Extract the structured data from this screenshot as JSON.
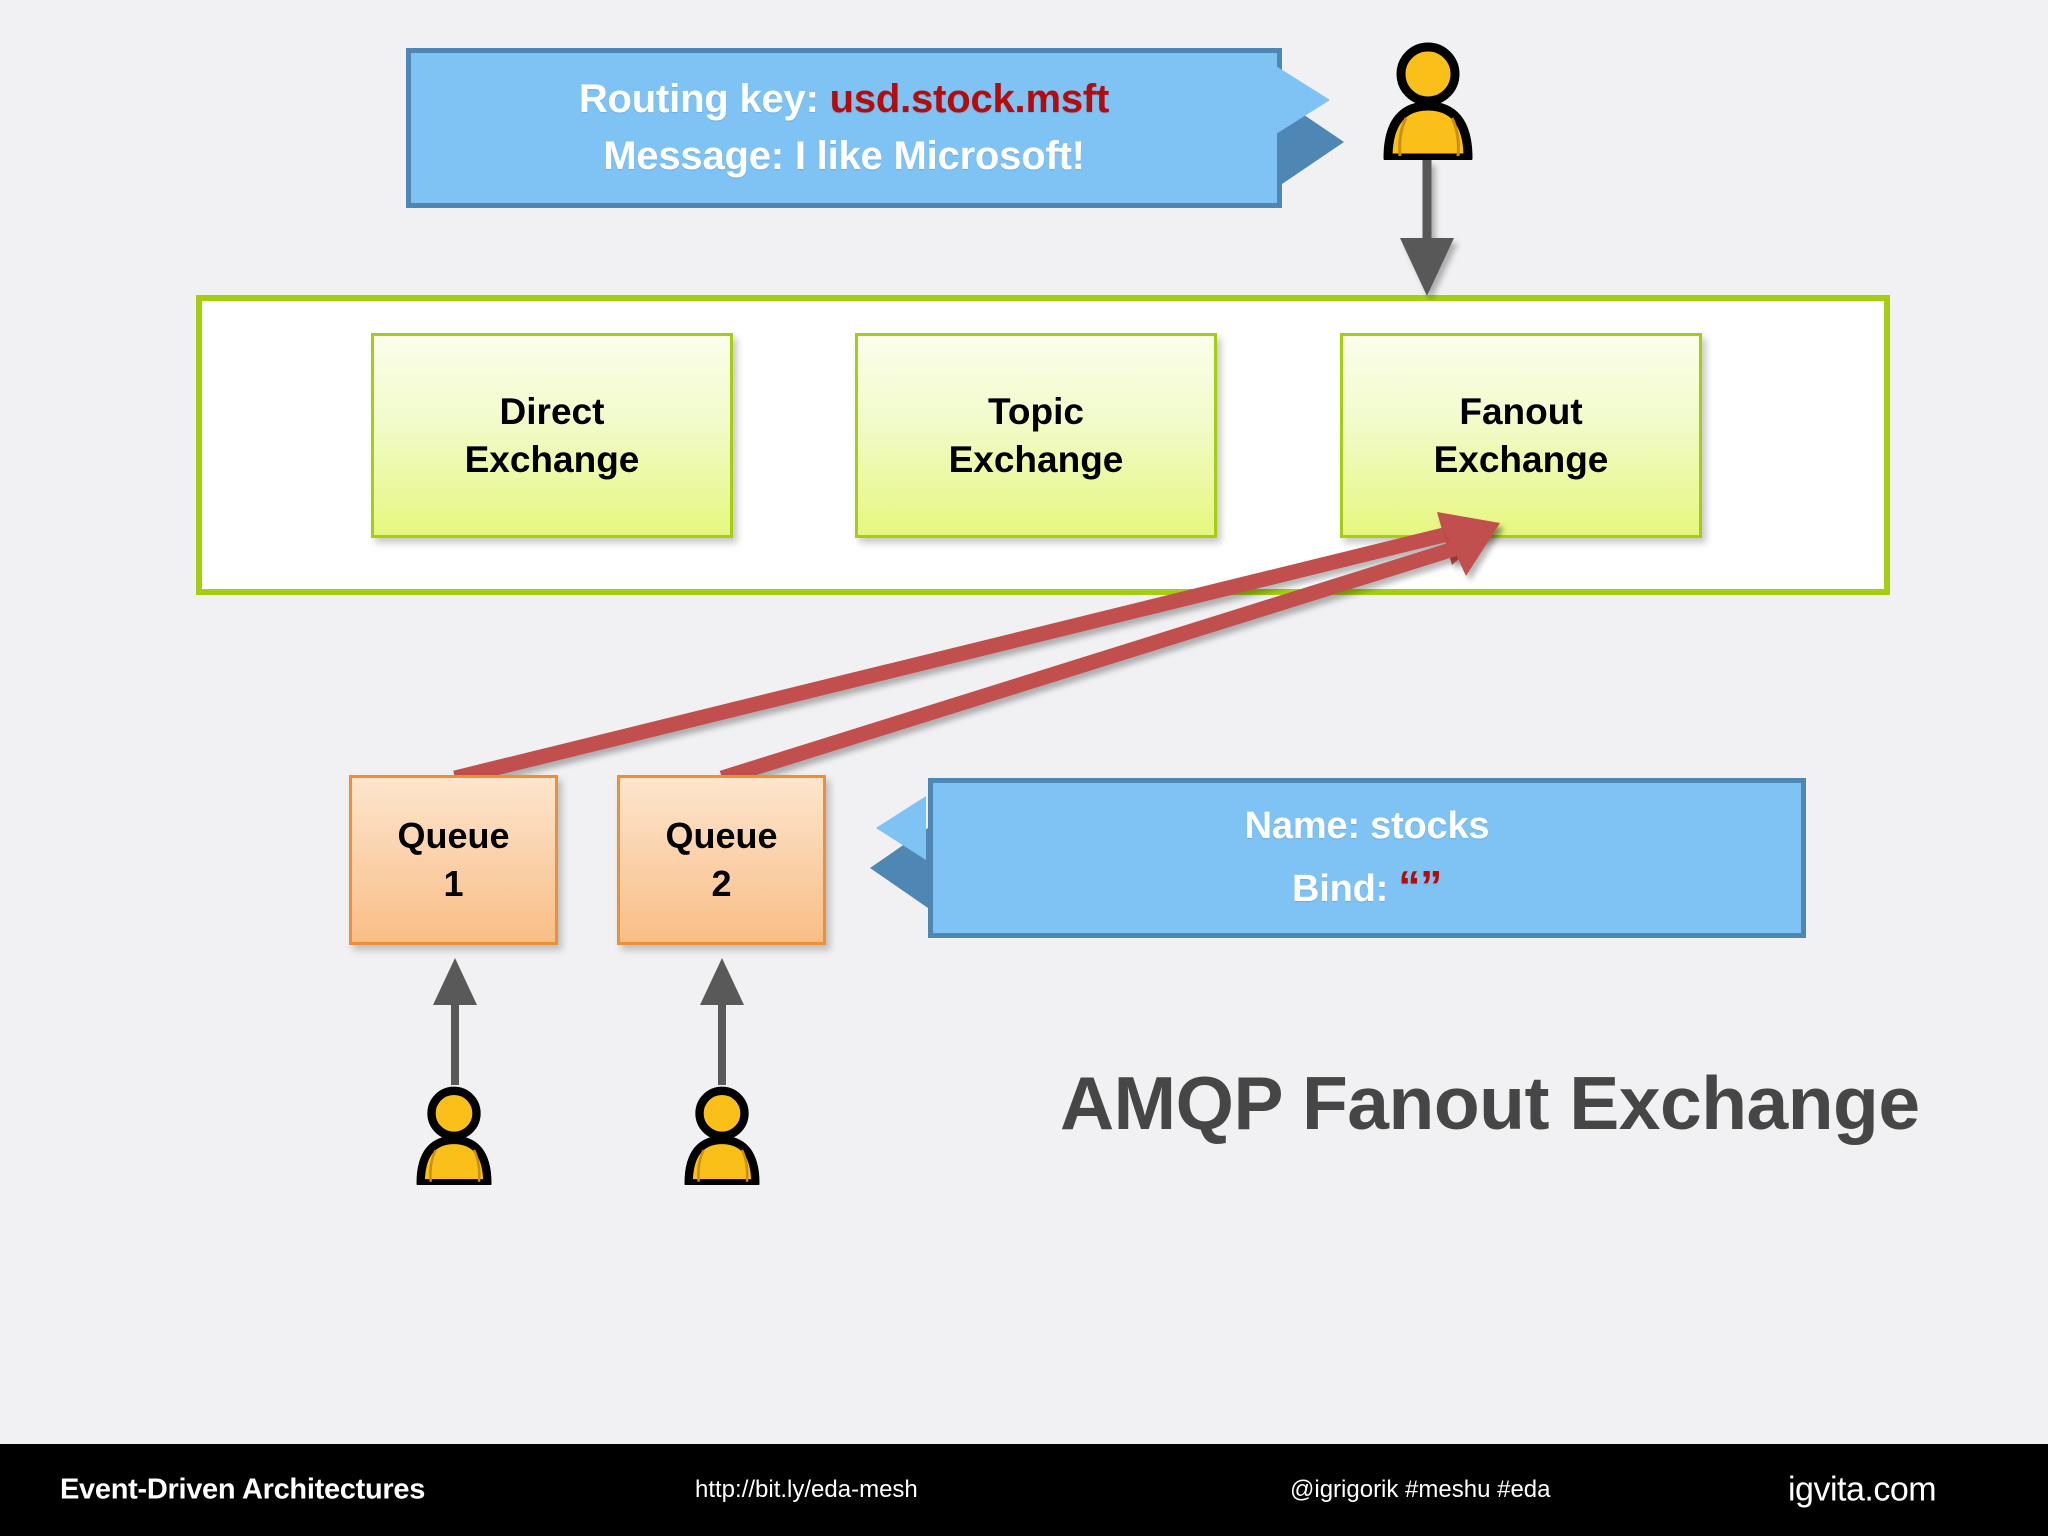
{
  "slide": {
    "title": "AMQP Fanout Exchange",
    "background_color": "#f1f1f3"
  },
  "producer_bubble": {
    "name": "producer-message-bubble",
    "line1_label": "Routing key:",
    "line1_value": "usd.stock.msft",
    "line2_label": "Message:",
    "line2_value": "I like Microsoft!",
    "fill_color": "#7FC3F4",
    "border_color": "#4E87B4",
    "text_color": "#FFFFFF",
    "accent_color": "#B40C0C"
  },
  "broker": {
    "name": "amqp-broker-container",
    "border_color": "#A5CE12",
    "fill_color": "#FFFFFF",
    "exchanges": [
      {
        "id": "direct",
        "line1": "Direct",
        "line2": "Exchange"
      },
      {
        "id": "topic",
        "line1": "Topic",
        "line2": "Exchange"
      },
      {
        "id": "fanout",
        "line1": "Fanout",
        "line2": "Exchange"
      }
    ],
    "exchange_border_color": "#A5CE12"
  },
  "queues": [
    {
      "id": "queue-1",
      "line1": "Queue",
      "line2": "1"
    },
    {
      "id": "queue-2",
      "line1": "Queue",
      "line2": "2"
    }
  ],
  "queue_style": {
    "border_color": "#E8903A",
    "fill_top": "#FDE5CC",
    "fill_bottom": "#F9BE86"
  },
  "binding_bubble": {
    "name": "queue-binding-bubble",
    "line1_label": "Name:",
    "line1_value": "stocks",
    "line2_label": "Bind:",
    "line2_value": "“”",
    "fill_color": "#7FC3F4",
    "border_color": "#4E87B4",
    "accent_color": "#B40C0C"
  },
  "arrows": {
    "publish_arrow_color": "#595959",
    "binding_arrow_color": "#C0504D",
    "consume_arrow_color": "#595959"
  },
  "actors": {
    "producer": "producer-person-icon",
    "consumers": [
      "consumer-1-person-icon",
      "consumer-2-person-icon"
    ],
    "body_color": "#FBBF1A",
    "outline_color": "#000000"
  },
  "footer": {
    "title": "Event-Driven Architectures",
    "link": "http://bit.ly/eda-mesh",
    "handles": "@igrigorik #meshu #eda",
    "brand": "igvita.com",
    "background_color": "#000000",
    "text_color": "#FFFFFF"
  }
}
